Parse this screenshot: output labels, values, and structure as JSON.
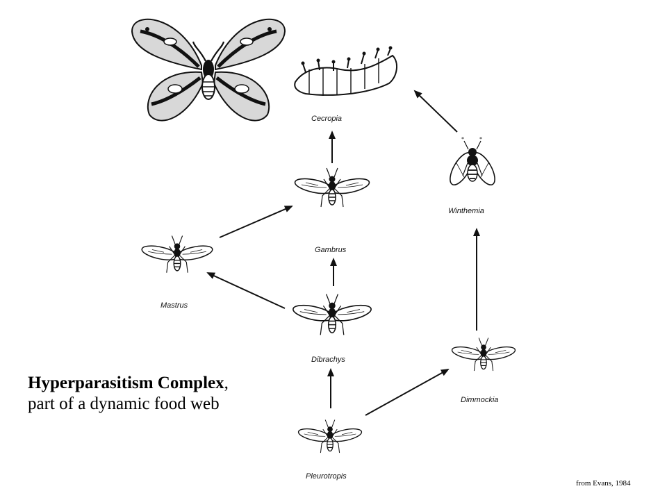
{
  "title": {
    "heading": "Hyperparasitism Complex",
    "heading_suffix": ",",
    "subheading": "part of a dynamic  food web"
  },
  "credit": "from Evans, 1984",
  "nodes": [
    {
      "id": "cecropia",
      "label": "Cecropia",
      "icon": "moth-and-caterpillar-icon"
    },
    {
      "id": "winthemia",
      "label": "Winthemia",
      "icon": "fly-icon"
    },
    {
      "id": "gambrus",
      "label": "Gambrus",
      "icon": "wasp-icon"
    },
    {
      "id": "mastrus",
      "label": "Mastrus",
      "icon": "wasp-icon"
    },
    {
      "id": "dibrachys",
      "label": "Dibrachys",
      "icon": "wasp-icon"
    },
    {
      "id": "dimmockia",
      "label": "Dimmockia",
      "icon": "wasp-icon"
    },
    {
      "id": "pleurotropis",
      "label": "Pleurotropis",
      "icon": "wasp-icon"
    }
  ],
  "edges": [
    {
      "from": "gambrus",
      "to": "cecropia"
    },
    {
      "from": "winthemia",
      "to": "cecropia"
    },
    {
      "from": "mastrus",
      "to": "gambrus"
    },
    {
      "from": "dibrachys",
      "to": "gambrus"
    },
    {
      "from": "dibrachys",
      "to": "mastrus"
    },
    {
      "from": "pleurotropis",
      "to": "dibrachys"
    },
    {
      "from": "pleurotropis",
      "to": "dimmockia"
    },
    {
      "from": "dimmockia",
      "to": "winthemia"
    }
  ]
}
